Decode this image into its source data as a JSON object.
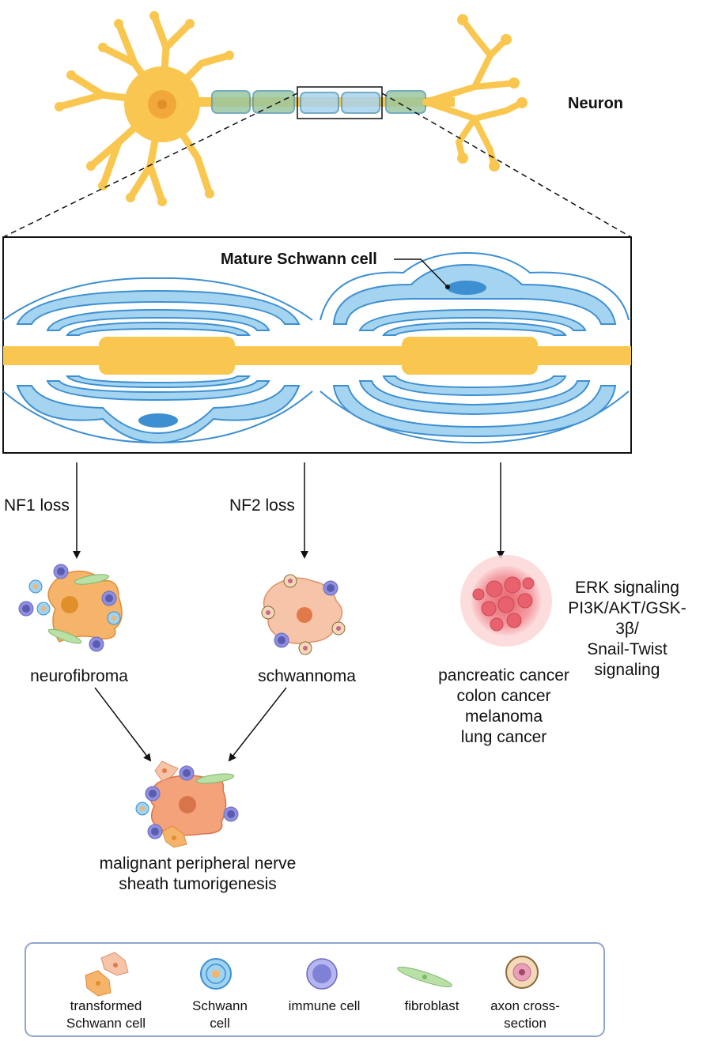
{
  "labels": {
    "neuron": "Neuron",
    "mature_schwann_cell": "Mature Schwann cell",
    "nf1_loss": "NF1 loss",
    "nf2_loss": "NF2 loss",
    "neurofibroma": "neurofibroma",
    "schwannoma": "schwannoma",
    "signaling": "ERK signaling\nPI3K/AKT/GSK-3β/\nSnail-Twist signaling",
    "cancers": "pancreatic cancer\ncolon cancer\nmelanoma\nlung cancer",
    "mpnst": "malignant peripheral nerve\nsheath tumorigenesis"
  },
  "legend": {
    "transformed": "transformed\nSchwann cell",
    "schwann": "Schwann\ncell",
    "immune": "immune cell",
    "fibroblast": "fibroblast",
    "axon": "axon cross-\nsection"
  },
  "colors": {
    "neuron_yellow": "#f9c74f",
    "schwann_blue": "#7fc4ea",
    "schwann_dark": "#3d8fd1",
    "immune_purple": "#8f8fe0",
    "fibroblast_green": "#b9e0a5",
    "tumor_orange": "#f5b46a",
    "schwannoma_peach": "#f6c4a8",
    "cancer_red": "#ee7f86",
    "legend_border": "#8fa6cc"
  }
}
